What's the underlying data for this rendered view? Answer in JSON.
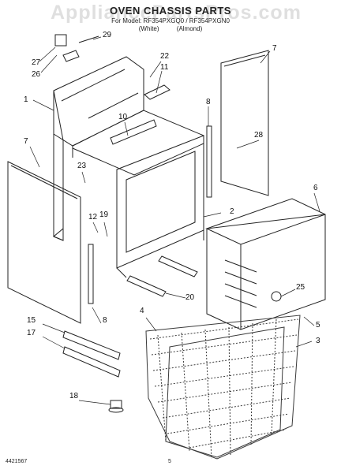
{
  "header": {
    "title": "OVEN CHASSIS PARTS",
    "model_line": "For Model: RF354PXGQ0 / RF354PXGN0",
    "variant_white": "(White)",
    "variant_almond": "(Almond)"
  },
  "watermark": "AppliancePartsPros.com",
  "callouts": [
    "1",
    "2",
    "3",
    "4",
    "5",
    "6",
    "7",
    "7",
    "8",
    "8",
    "10",
    "11",
    "12",
    "15",
    "17",
    "18",
    "19",
    "20",
    "22",
    "23",
    "25",
    "26",
    "27",
    "28",
    "29"
  ],
  "footer": {
    "doc_number": "4421567",
    "page": "5"
  },
  "colors": {
    "line": "#222222",
    "mesh": "#3a3a3a",
    "watermark": "#cfcfcf"
  }
}
